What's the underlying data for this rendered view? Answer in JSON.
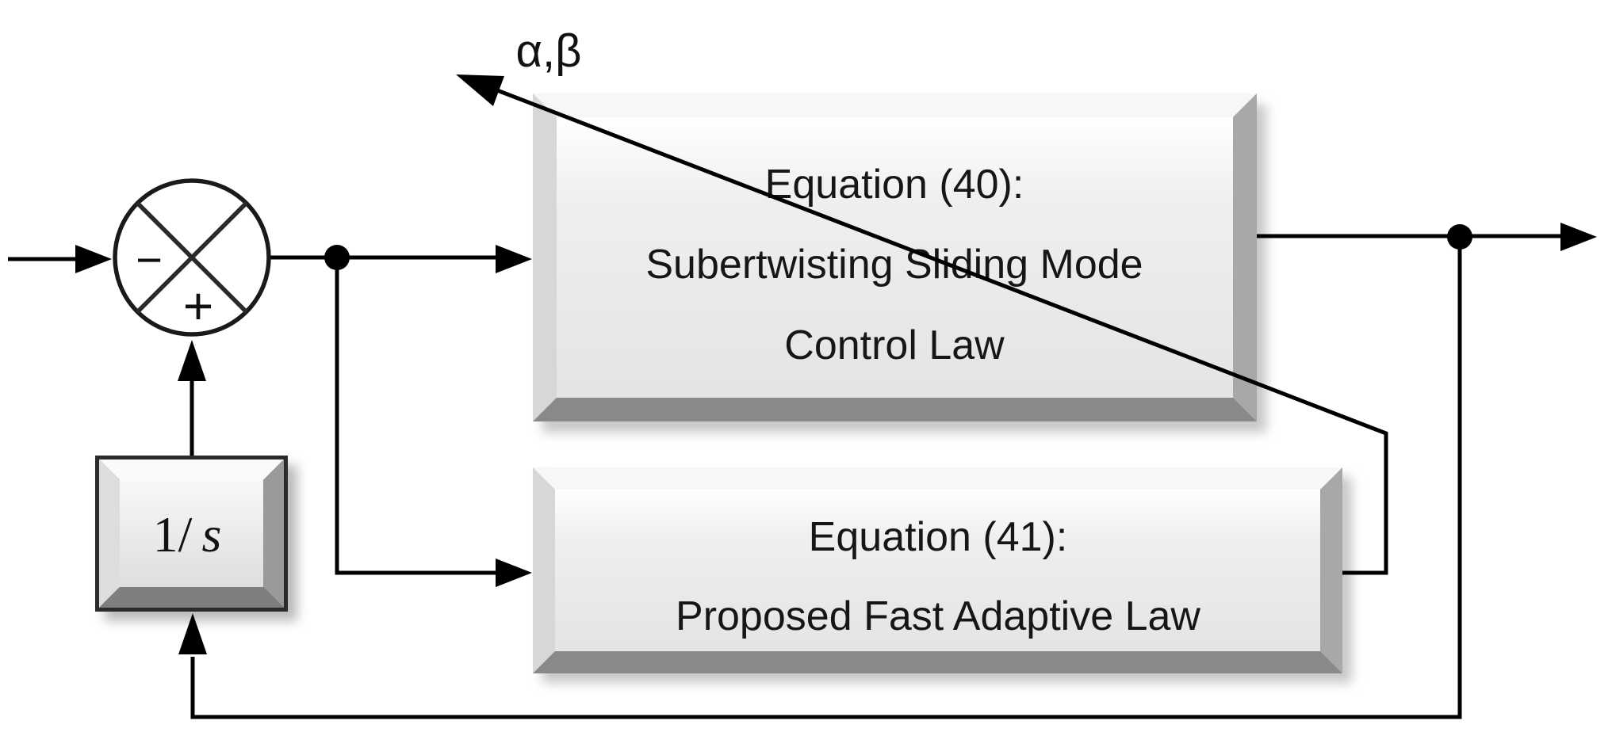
{
  "figure": {
    "type": "control-block-diagram",
    "alpha_beta_label": "α,β",
    "summing_junction": {
      "minus_sign": "−",
      "plus_sign": "+"
    },
    "block_sliding_mode": {
      "line1": "Equation (40):",
      "line2": "Subertwisting Sliding Mode",
      "line3": "Control Law"
    },
    "block_adaptive_law": {
      "line1": "Equation (41):",
      "line2": "Proposed Fast Adaptive Law"
    },
    "block_integrator": {
      "numerator": "1/",
      "variable": "s"
    },
    "colors": {
      "wire": "#000000",
      "text": "#161616",
      "block_face_light": "#fbfbfb",
      "block_face_dark": "#e4e4e4",
      "bevel_bottom": "#8a8a8a",
      "integrator_border": "#2b2b2b"
    }
  }
}
